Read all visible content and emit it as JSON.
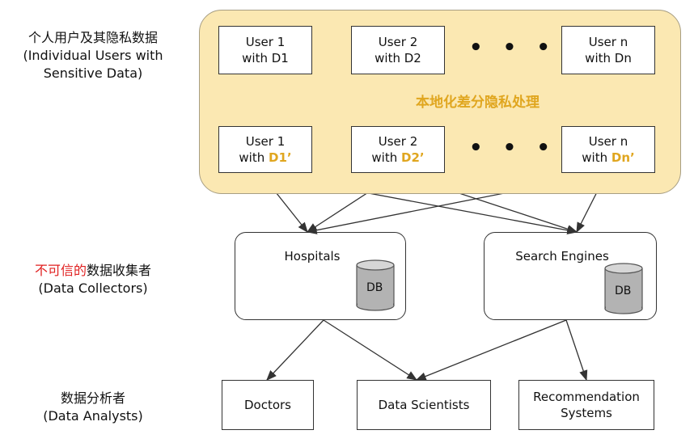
{
  "left_labels": {
    "users_cn": "个人用户及其隐私数据",
    "users_en_1": "(Individual Users with",
    "users_en_2": "Sensitive Data)",
    "collectors_cn_red": "不可信的",
    "collectors_cn_rest": "数据收集者",
    "collectors_en": "(Data Collectors)",
    "analysts_cn": "数据分析者",
    "analysts_en": "(Data Analysts)"
  },
  "top_users": [
    {
      "line1": "User 1",
      "line2": "with D1"
    },
    {
      "line1": "User 2",
      "line2": "with D2"
    },
    {
      "line1": "User n",
      "line2": "with Dn"
    }
  ],
  "perturbed_users": [
    {
      "line1": "User 1",
      "with": "with ",
      "data": "D1’"
    },
    {
      "line1": "User 2",
      "with": "with ",
      "data": "D2’"
    },
    {
      "line1": "User n",
      "with": "with ",
      "data": "Dn’"
    }
  ],
  "ellipsis": "• • •",
  "process_label": "本地化差分隐私处理",
  "collectors": [
    {
      "name": "Hospitals",
      "db": "DB"
    },
    {
      "name": "Search Engines",
      "db": "DB"
    }
  ],
  "analysts": [
    {
      "line1": "Doctors",
      "line2": ""
    },
    {
      "line1": "Data Scientists",
      "line2": ""
    },
    {
      "line1": "Recommendation",
      "line2": "Systems"
    }
  ],
  "colors": {
    "panel_fill": "#fbe8b2",
    "arrow_fill": "#fbe79a",
    "highlight": "#e0a61f",
    "untrusted_red": "#e02020",
    "db_fill": "#b3b3b3"
  }
}
